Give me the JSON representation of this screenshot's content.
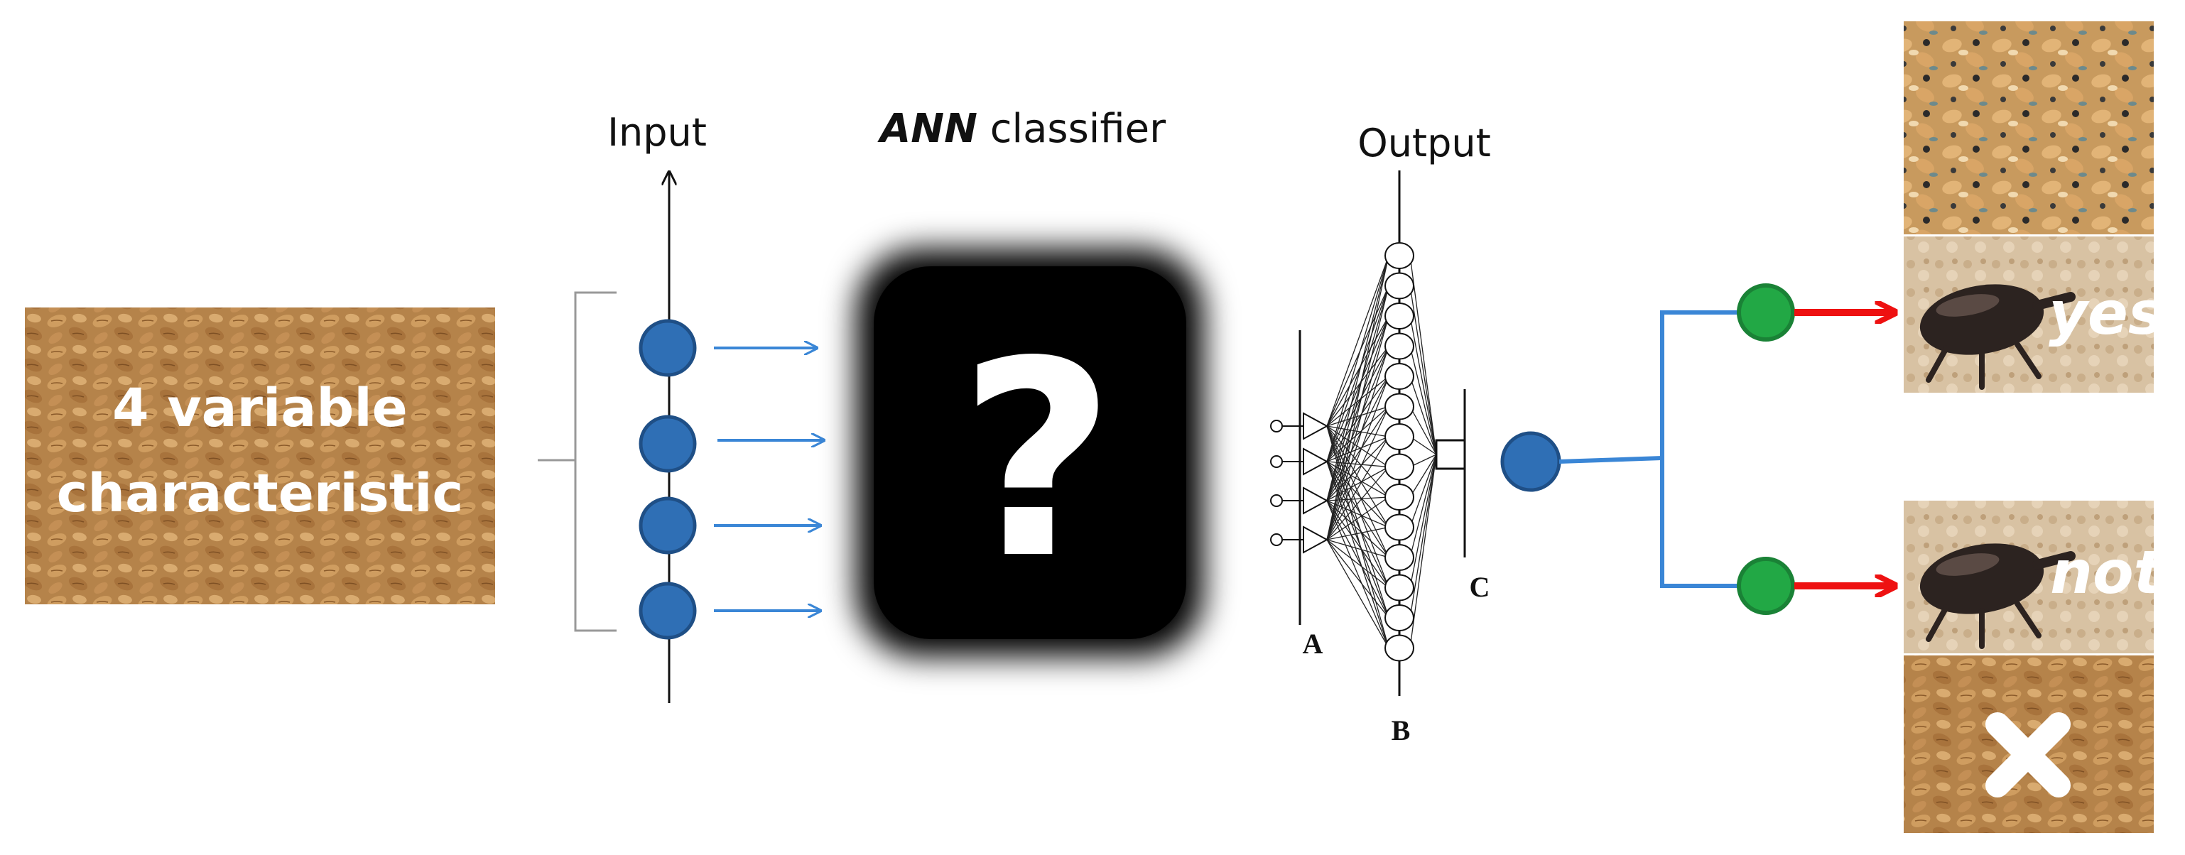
{
  "labels": {
    "input": "Input",
    "ann_prefix": "ANN",
    "ann_suffix": " classifier",
    "output": "Output",
    "wheat_line1": "4 variable",
    "wheat_line2": "characteristic",
    "question": "?",
    "node_a": "A",
    "node_b": "B",
    "node_c": "C",
    "yes": "yes",
    "not": "not"
  },
  "colors": {
    "node_blue": "#2f6fb5",
    "node_blue_stroke": "#1f4f86",
    "arrow_blue": "#3a86d6",
    "node_green": "#22a845",
    "node_green_stroke": "#1a8236",
    "arrow_red": "#ee1111",
    "wheat": "#b98548"
  },
  "icons": {
    "reject_mark": "x-cross-icon",
    "classifier_box": "question-mark-icon"
  }
}
